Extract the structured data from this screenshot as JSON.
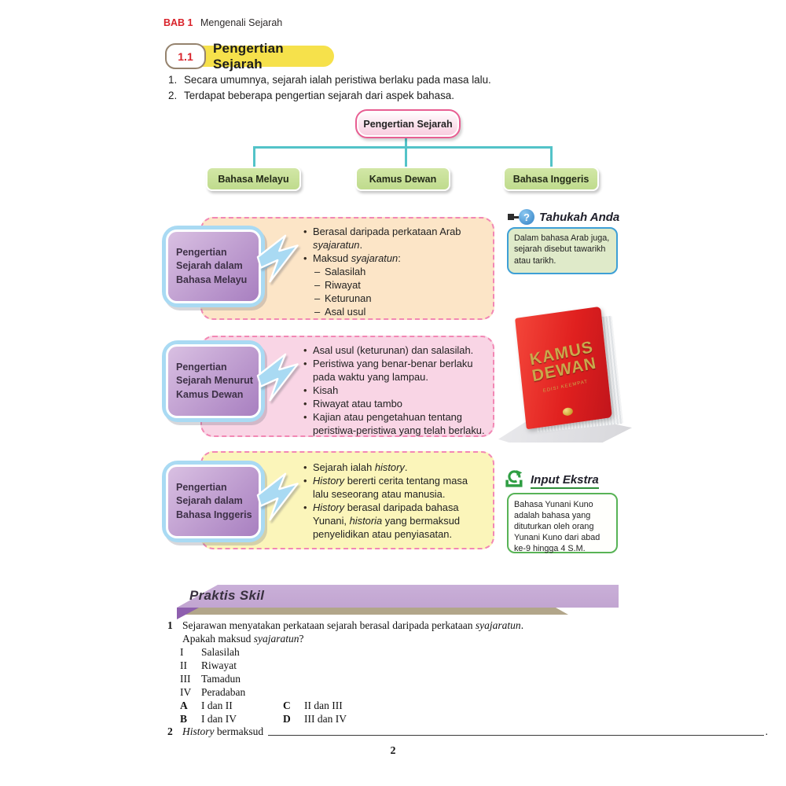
{
  "colors": {
    "accent-red": "#d9232b",
    "badge-border": "#95836e",
    "pill-yellow": "#f6e14b",
    "teal": "#53c3c8",
    "pink-strong": "#e85e92",
    "green-node": "#bfdb8d",
    "purple-deep": "#a87fc0",
    "blue-light": "#a9daf3",
    "orange-box": "#fce5c7",
    "pink-box": "#f9d5e5",
    "yellow-box": "#fbf5ba",
    "dashed-pink": "#f287b4",
    "blue-border": "#3d9fd6",
    "green-border": "#58b356",
    "green-fill": "#dfeac9",
    "banner-purple": "#c9afd8",
    "banner-tan": "#b2a68a",
    "banner-tri": "#8e5fae",
    "book-red": "#e0201f",
    "gold": "#c9a84c"
  },
  "header": {
    "chapter": "BAB 1",
    "title": "Mengenali Sejarah"
  },
  "section": {
    "number": "1.1",
    "title": "Pengertian Sejarah"
  },
  "intro": [
    {
      "num": "1.",
      "text": "Secara umumnya, sejarah ialah peristiwa berlaku pada masa lalu."
    },
    {
      "num": "2.",
      "text": "Terdapat beberapa pengertian sejarah dari aspek bahasa."
    }
  ],
  "flowchart": {
    "root": "Pengertian Sejarah",
    "children": [
      "Bahasa Melayu",
      "Kamus Dewan",
      "Bahasa Inggeris"
    ]
  },
  "definitions": [
    {
      "label": "Pengertian Sejarah dalam Bahasa Melayu",
      "bullets": [
        {
          "style": "bullet",
          "segments": [
            {
              "t": "Berasal daripada perkataan Arab "
            },
            {
              "t": "syajaratun",
              "i": true
            },
            {
              "t": "."
            }
          ]
        },
        {
          "style": "bullet",
          "segments": [
            {
              "t": "Maksud "
            },
            {
              "t": "syajaratun",
              "i": true
            },
            {
              "t": ":"
            }
          ]
        },
        {
          "style": "dash",
          "segments": [
            {
              "t": "Salasilah"
            }
          ]
        },
        {
          "style": "dash",
          "segments": [
            {
              "t": "Riwayat"
            }
          ]
        },
        {
          "style": "dash",
          "segments": [
            {
              "t": "Keturunan"
            }
          ]
        },
        {
          "style": "dash",
          "segments": [
            {
              "t": "Asal usul"
            }
          ]
        }
      ]
    },
    {
      "label": "Pengertian Sejarah Menurut Kamus Dewan",
      "bullets": [
        {
          "style": "bullet",
          "segments": [
            {
              "t": "Asal usul (keturunan) dan salasilah."
            }
          ]
        },
        {
          "style": "bullet",
          "segments": [
            {
              "t": "Peristiwa yang benar-benar berlaku pada waktu yang lampau."
            }
          ]
        },
        {
          "style": "bullet",
          "segments": [
            {
              "t": "Kisah"
            }
          ]
        },
        {
          "style": "bullet",
          "segments": [
            {
              "t": "Riwayat atau tambo"
            }
          ]
        },
        {
          "style": "bullet",
          "segments": [
            {
              "t": "Kajian atau pengetahuan tentang peristiwa-peristiwa yang telah berlaku."
            }
          ]
        }
      ]
    },
    {
      "label": "Pengertian Sejarah dalam Bahasa Inggeris",
      "bullets": [
        {
          "style": "bullet",
          "segments": [
            {
              "t": "Sejarah ialah "
            },
            {
              "t": "history",
              "i": true
            },
            {
              "t": "."
            }
          ]
        },
        {
          "style": "bullet",
          "segments": [
            {
              "t": "History",
              "i": true
            },
            {
              "t": " bererti cerita tentang masa lalu seseorang atau manusia."
            }
          ]
        },
        {
          "style": "bullet",
          "segments": [
            {
              "t": "History",
              "i": true
            },
            {
              "t": " berasal daripada bahasa Yunani, "
            },
            {
              "t": "historia",
              "i": true
            },
            {
              "t": " yang bermaksud penyelidikan atau penyiasatan."
            }
          ]
        }
      ]
    }
  ],
  "tahukah_anda": {
    "title": "Tahukah Anda",
    "icon": "question-mark-icon",
    "text": "Dalam bahasa Arab juga, sejarah disebut tawarikh atau tarikh."
  },
  "input_ekstra": {
    "title": "Input Ekstra",
    "icon": "recycle-arrow-icon",
    "text": "Bahasa Yunani Kuno adalah bahasa yang dituturkan oleh orang Yunani Kuno dari abad ke-9 hingga 4 S.M."
  },
  "book": {
    "line1": "KAMUS",
    "line2": "DEWAN",
    "subtitle": "EDISI KEEMPAT"
  },
  "praktis": {
    "title": "Praktis Skil",
    "q1": {
      "number": "1",
      "line1": [
        {
          "t": "Sejarawan menyatakan perkataan sejarah berasal daripada perkataan "
        },
        {
          "t": "syajaratun",
          "i": true
        },
        {
          "t": "."
        }
      ],
      "line2": [
        {
          "t": "Apakah maksud "
        },
        {
          "t": "syajaratun",
          "i": true
        },
        {
          "t": "?"
        }
      ],
      "roman_options": [
        {
          "num": "I",
          "label": "Salasilah"
        },
        {
          "num": "II",
          "label": "Riwayat"
        },
        {
          "num": "III",
          "label": "Tamadun"
        },
        {
          "num": "IV",
          "label": "Peradaban"
        }
      ],
      "letter_options": [
        {
          "letter": "A",
          "label": "I dan II"
        },
        {
          "letter": "B",
          "label": "I dan IV"
        },
        {
          "letter": "C",
          "label": "II dan III"
        },
        {
          "letter": "D",
          "label": "III dan IV"
        }
      ]
    },
    "q2": {
      "number": "2",
      "lead": [
        {
          "t": "History",
          "i": true
        },
        {
          "t": " bermaksud"
        }
      ],
      "suffix": "."
    }
  },
  "page_number": "2"
}
